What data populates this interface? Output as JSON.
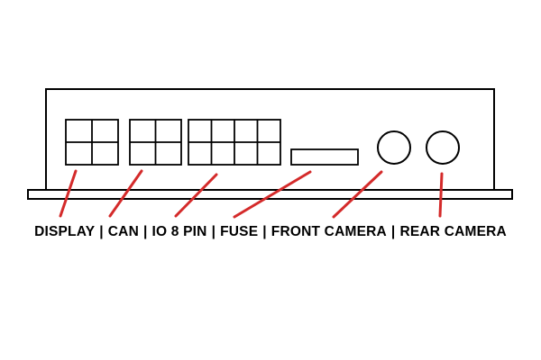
{
  "diagram": {
    "ports": [
      {
        "label": "DISPLAY",
        "shape": "grid-2x2"
      },
      {
        "label": "CAN",
        "shape": "grid-2x2"
      },
      {
        "label": "IO 8 PIN",
        "shape": "grid-4x2"
      },
      {
        "label": "FUSE",
        "shape": "slot"
      },
      {
        "label": "FRONT CAMERA",
        "shape": "round-socket"
      },
      {
        "label": "REAR CAMERA",
        "shape": "round-socket"
      }
    ],
    "separator": "|",
    "colors": {
      "outline": "#000000",
      "leader_line": "#d42a2a",
      "text": "#000000",
      "background": "#ffffff"
    }
  }
}
